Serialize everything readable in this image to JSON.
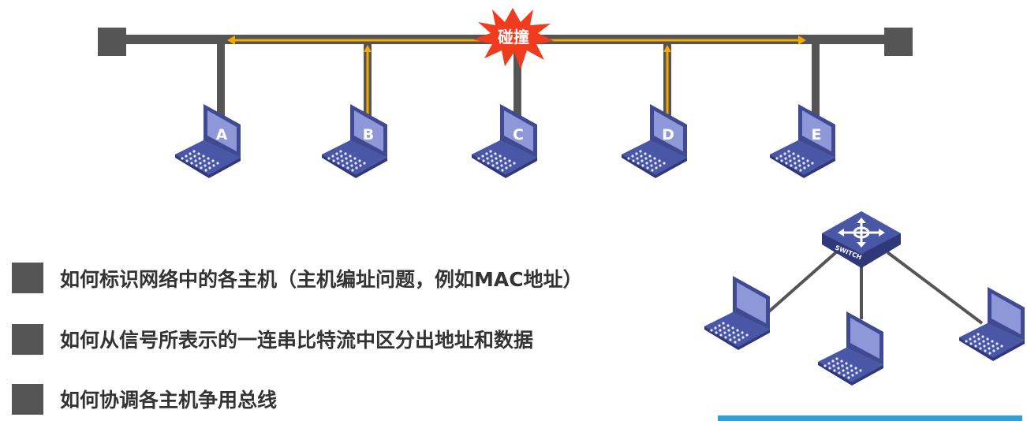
{
  "bus_diagram": {
    "collision_label": "碰撞",
    "hosts": [
      "A",
      "B",
      "C",
      "D",
      "E"
    ],
    "transmitting_hosts": [
      "B",
      "D"
    ]
  },
  "switch_diagram": {
    "switch_label": "SWITCH"
  },
  "bullets": [
    "如何标识网络中的各主机（主机编址问题，例如MAC地址）",
    "如何从信号所表示的一连串比特流中区分出地址和数据",
    "如何协调各主机争用总线"
  ],
  "colors": {
    "bus": "#555555",
    "signal": "#f5a800",
    "collision": "#f03c1e",
    "laptop": "#3f4a93",
    "accent_bar": "#2e9fd8"
  }
}
